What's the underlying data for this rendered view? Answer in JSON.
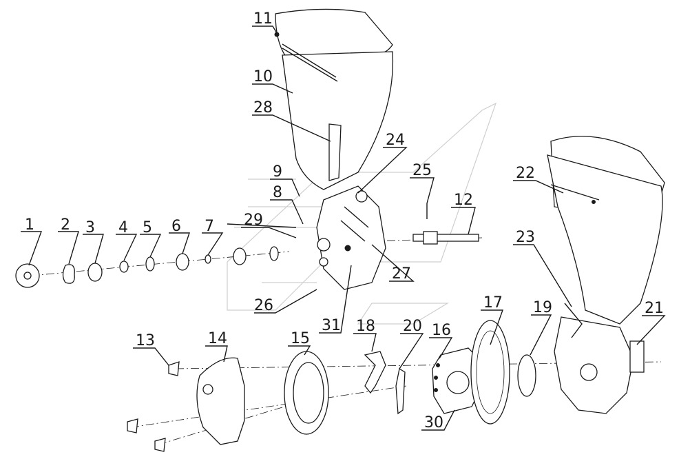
{
  "labels": [
    "1",
    "2",
    "3",
    "4",
    "5",
    "6",
    "7",
    "8",
    "9",
    "10",
    "11",
    "12",
    "13",
    "14",
    "15",
    "16",
    "17",
    "18",
    "19",
    "20",
    "21",
    "22",
    "23",
    "24",
    "25",
    "26",
    "27",
    "28",
    "29",
    "30",
    "31"
  ],
  "colors": {
    "ink": "#1a1a1a",
    "watermark": "#cfcfcf",
    "background": "#ffffff"
  }
}
